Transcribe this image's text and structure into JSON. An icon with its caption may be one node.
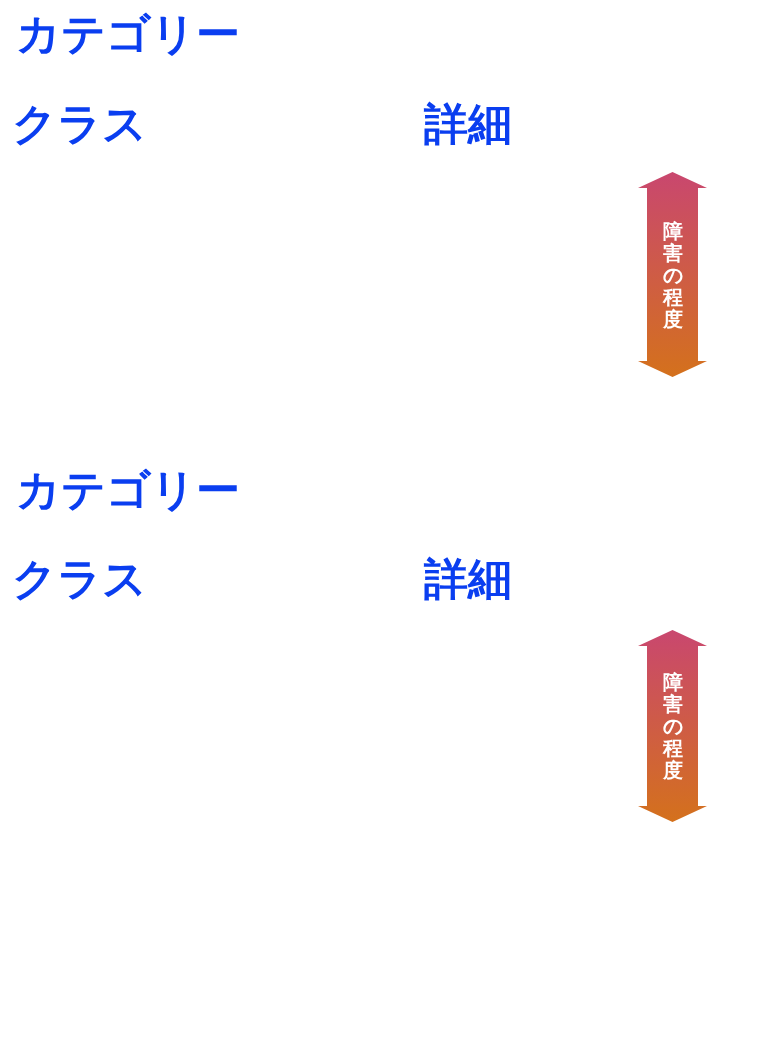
{
  "diagram": {
    "nodes": [
      {
        "text": [
          "障害の程度"
        ]
      },
      {
        "text": [
          "障害の程度"
        ]
      }
    ],
    "labels": [
      "カテゴリー",
      "クラス",
      "詳細",
      "カテゴリー",
      "クラス",
      "詳細"
    ]
  }
}
